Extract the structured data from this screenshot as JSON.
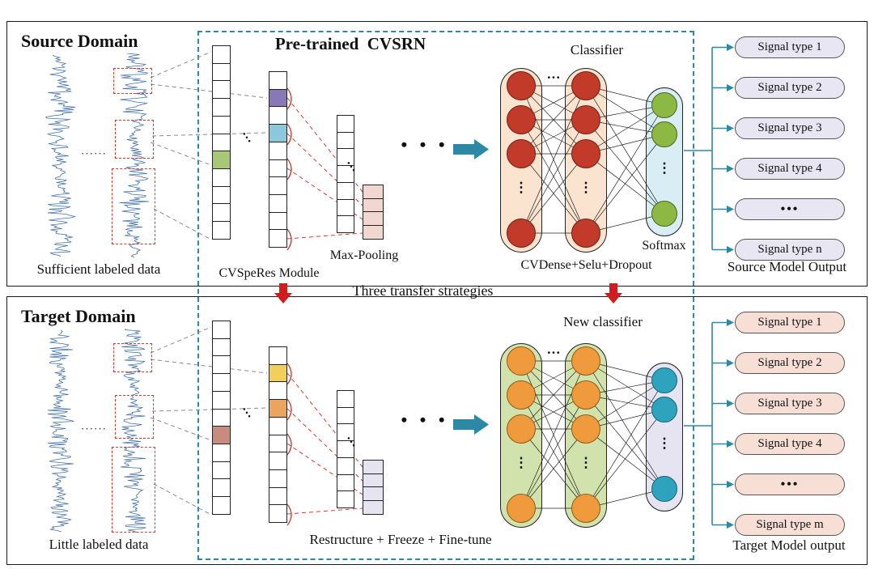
{
  "diagram": {
    "source": {
      "title": "Source Domain",
      "data_label": "Sufficient labeled data",
      "pretrained_title": "Pre-trained  CVSRN",
      "module_label": "CVSpeRes Module",
      "maxpool_label": "Max-Pooling",
      "classifier_label": "Classifier",
      "softmax_label": "Softmax",
      "dense_label": "CVDense+Selu+Dropout",
      "output_title": "Source Model Output",
      "outputs": [
        "Signal type 1",
        "Signal type 2",
        "Signal type 3",
        "Signal type 4",
        "•••",
        "Signal type n"
      ]
    },
    "transfer": {
      "label": "Three transfer strategies"
    },
    "target": {
      "title": "Target Domain",
      "data_label": "Little labeled data",
      "classifier_label": "New classifier",
      "strategy_label": "Restructure + Freeze + Fine-tune",
      "output_title": "Target Model output",
      "outputs": [
        "Signal type 1",
        "Signal type 2",
        "Signal type 3",
        "Signal type 4",
        "•••",
        "Signal type m"
      ]
    },
    "glyphs": {
      "wave_dots": "······",
      "layer_dots": "• • •",
      "inter_dots": "···",
      "vertical_dots": "⋮",
      "diag_dots": "…"
    },
    "colors": {
      "teal_arrow": "#2b89a5",
      "red_arrow": "#cf1d1d",
      "waveform_blue": "#3f6fa8",
      "red_dashed": "#d63a2f",
      "cell_purple": "#8878b8",
      "cell_cyan": "#8cc8dc",
      "cell_green": "#a8c878",
      "cell_yellow": "#f2cf5b",
      "cell_orange": "#eda45e",
      "cell_rose": "#c98b7d",
      "classifier_fill_source": "#fae3cf",
      "neuron_source": "#c23b2a",
      "softmax_fill_source": "#d8edf4",
      "softmax_neuron_source": "#8db843",
      "classifier_fill_target": "#d2e2ac",
      "neuron_target": "#f09a3e",
      "softmax_fill_target": "#e6e4f0",
      "softmax_neuron_target": "#2fa3bd",
      "pool_fill_source": "#f0d8d0",
      "pool_fill_target": "#e6e4f0",
      "pill_fill_source": "#e8e6f2",
      "pill_fill_target": "#f8dfd5"
    }
  }
}
